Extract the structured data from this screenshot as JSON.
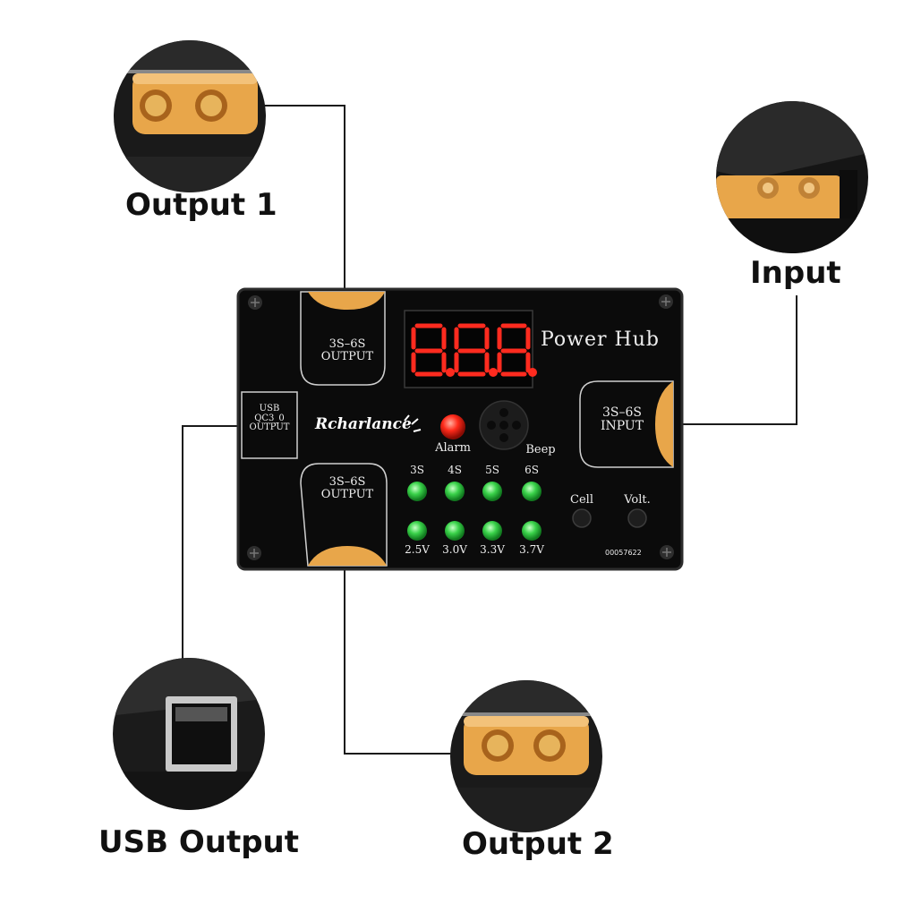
{
  "callouts": {
    "output1": "Output 1",
    "input": "Input",
    "usb_output": "USB Output",
    "output2": "Output 2"
  },
  "board": {
    "title": "Power Hub",
    "brand": "Rcharlance",
    "display_digits": "8.8.8.",
    "top_port": {
      "line1": "3S–6S",
      "line2": "OUTPUT"
    },
    "bottom_port": {
      "line1": "3S–6S",
      "line2": "OUTPUT"
    },
    "input_port": {
      "line1": "3S–6S",
      "line2": "INPUT"
    },
    "usb_port": {
      "line1": "USB",
      "line2": "QC3_0",
      "line3": "OUTPUT"
    },
    "alarm_label": "Alarm",
    "beep_label": "Beep",
    "cell_label": "Cell",
    "volt_label": "Volt.",
    "serial": "00057622",
    "cell_counts": [
      "3S",
      "4S",
      "5S",
      "6S"
    ],
    "voltages": [
      "2.5V",
      "3.0V",
      "3.3V",
      "3.7V"
    ]
  },
  "colors": {
    "board": "#0b0b0b",
    "connector": "#e8a64a",
    "led_green": "#3ad24a",
    "led_red": "#ff2a1a",
    "segment_red": "#ff2b1f"
  },
  "zoom_photos": {
    "output1": "xt60-female-closeup",
    "input": "xt60-male-closeup",
    "usb": "usb-a-closeup",
    "output2": "xt60-female-closeup"
  }
}
